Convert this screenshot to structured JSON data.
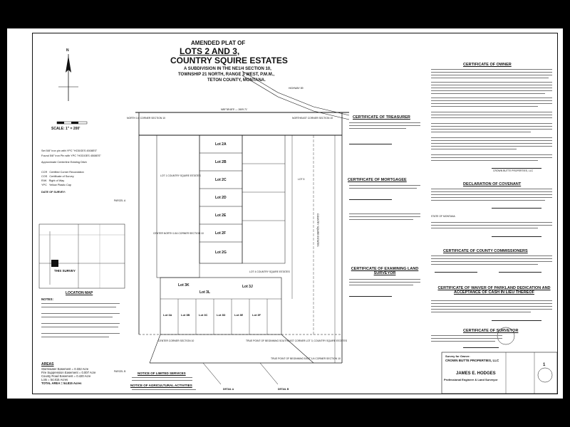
{
  "title": {
    "line1": "AMENDED PLAT OF",
    "line2": "LOTS 2 AND 3,",
    "line3": "COUNTRY SQUIRE ESTATES",
    "line4": "A SUBDIVISION IN THE NE1/4 SECTION 10,",
    "line5": "TOWNSHIP 21 NORTH, RANGE 3 WEST, P.M.M.,",
    "line6": "TETON COUNTY, MONTANA."
  },
  "scale": "SCALE: 1\" = 200'",
  "north_arrow": "N",
  "legend": {
    "items": [
      "Set 5/8\" iron pin with YPC \"HODGES 4508ES\"",
      "Found 5/8\" iron Pin with YPC \"HODGES 4508ES\"",
      "Approximate Centerline Existing Ditch",
      "Certified Corner Recordation",
      "Certificate of Survey",
      "Right of Way",
      "Yellow Plastic Cap"
    ],
    "abbr": [
      "(±)",
      "CCR",
      "COS",
      "R/W",
      "YPC"
    ],
    "date_of_survey_label": "DATE OF SURVEY:"
  },
  "location_map": {
    "label": "LOCATION MAP",
    "this_survey": "THIS SURVEY"
  },
  "notes_label": "NOTES:",
  "areas": {
    "label": "AREAS",
    "rows": [
      {
        "name": "Stormwater Easement",
        "value": "= 0.332 Acre"
      },
      {
        "name": "Fire Suppression Easement",
        "value": "= 0.007 Acre"
      },
      {
        "name": "County Road Easement",
        "value": "= 0.420 Acre"
      },
      {
        "name": "Lots",
        "value": "= 54.815 Acres"
      },
      {
        "name": "TOTAL AREA",
        "value": "= 54.815 Acres"
      }
    ]
  },
  "notices": {
    "limited": "NOTICE OF LIMITED SERVICES",
    "agricultural": "NOTICE OF AGRICULTURAL ACTIVITIES"
  },
  "plat": {
    "lots": [
      "Lot 2A",
      "Lot 2B",
      "Lot 2C",
      "Lot 2D",
      "Lot 2E",
      "Lot 2F",
      "Lot 2G",
      "Lot 3K",
      "Lot 3L",
      "Lot 3J",
      "Lot 3A",
      "Lot 3B",
      "Lot 3C",
      "Lot 3D",
      "Lot 3E",
      "Lot 3F"
    ],
    "labels": {
      "nw_corner": "NORTH 1/4 CORNER SECTION 10",
      "ne_corner": "NORTHEAST CORNER SECTION 10",
      "center_north": "CENTER NORTH 1/16 CORNER SECTION 10",
      "center_corner": "CENTER CORNER SECTION 10",
      "south_pob": "TRUE POINT OF BEGINNING SOUTHEAST CORNER LOT 3, COUNTRY SQUIRE ESTATES",
      "east_pob": "TRUE POINT OF BEGINNING EAST 1/4 CORNER SECTION 10",
      "lot1": "LOT 1 COUNTRY SQUIRE ESTATES",
      "lot4": "LOT 4 COUNTRY SQUIRE ESTATES",
      "lot5": "LOT 5",
      "parcel_a": "PARCEL A",
      "parcel_b": "PARCEL B",
      "detail_a": "DETAIL A",
      "detail_b": "DETAIL B",
      "road_n": "HIGHWAY 89",
      "road_side": "COUNTRY SQUIRE ESTATES"
    },
    "bearing_top": "N89°38'48\"E — 2609.71'"
  },
  "certificates": {
    "owner": "CERTIFICATE OF OWNER",
    "treasurer": "CERTIFICATE OF TREASURER",
    "covenant": "DECLARATION OF COVENANT",
    "mortgagee": "CERTIFICATE OF MORTGAGEE",
    "commissioners": "CERTIFICATE OF COUNTY COMMISSIONERS",
    "examining": "CERTIFICATE OF EXAMINING LAND SURVEYOR",
    "parkland": "CERTIFICATE OF WAIVER OF PARKLAND DEDICATION AND ACCEPTANCE OF CASH IN LIEU THEREOF",
    "surveyor": "CERTIFICATE OF SURVEYOR",
    "owner_company": "CROWN BUTTE PROPERTIES, LLC",
    "state": "STATE OF MONTANA"
  },
  "title_block": {
    "survey_for": "Survey for Owner:",
    "owner": "CROWN BUTTE PROPERTIES, LLC",
    "surveyor": "JAMES E. HODGES",
    "surveyor_title": "Professional Engineer & Land Surveyor",
    "sheet": "1"
  }
}
